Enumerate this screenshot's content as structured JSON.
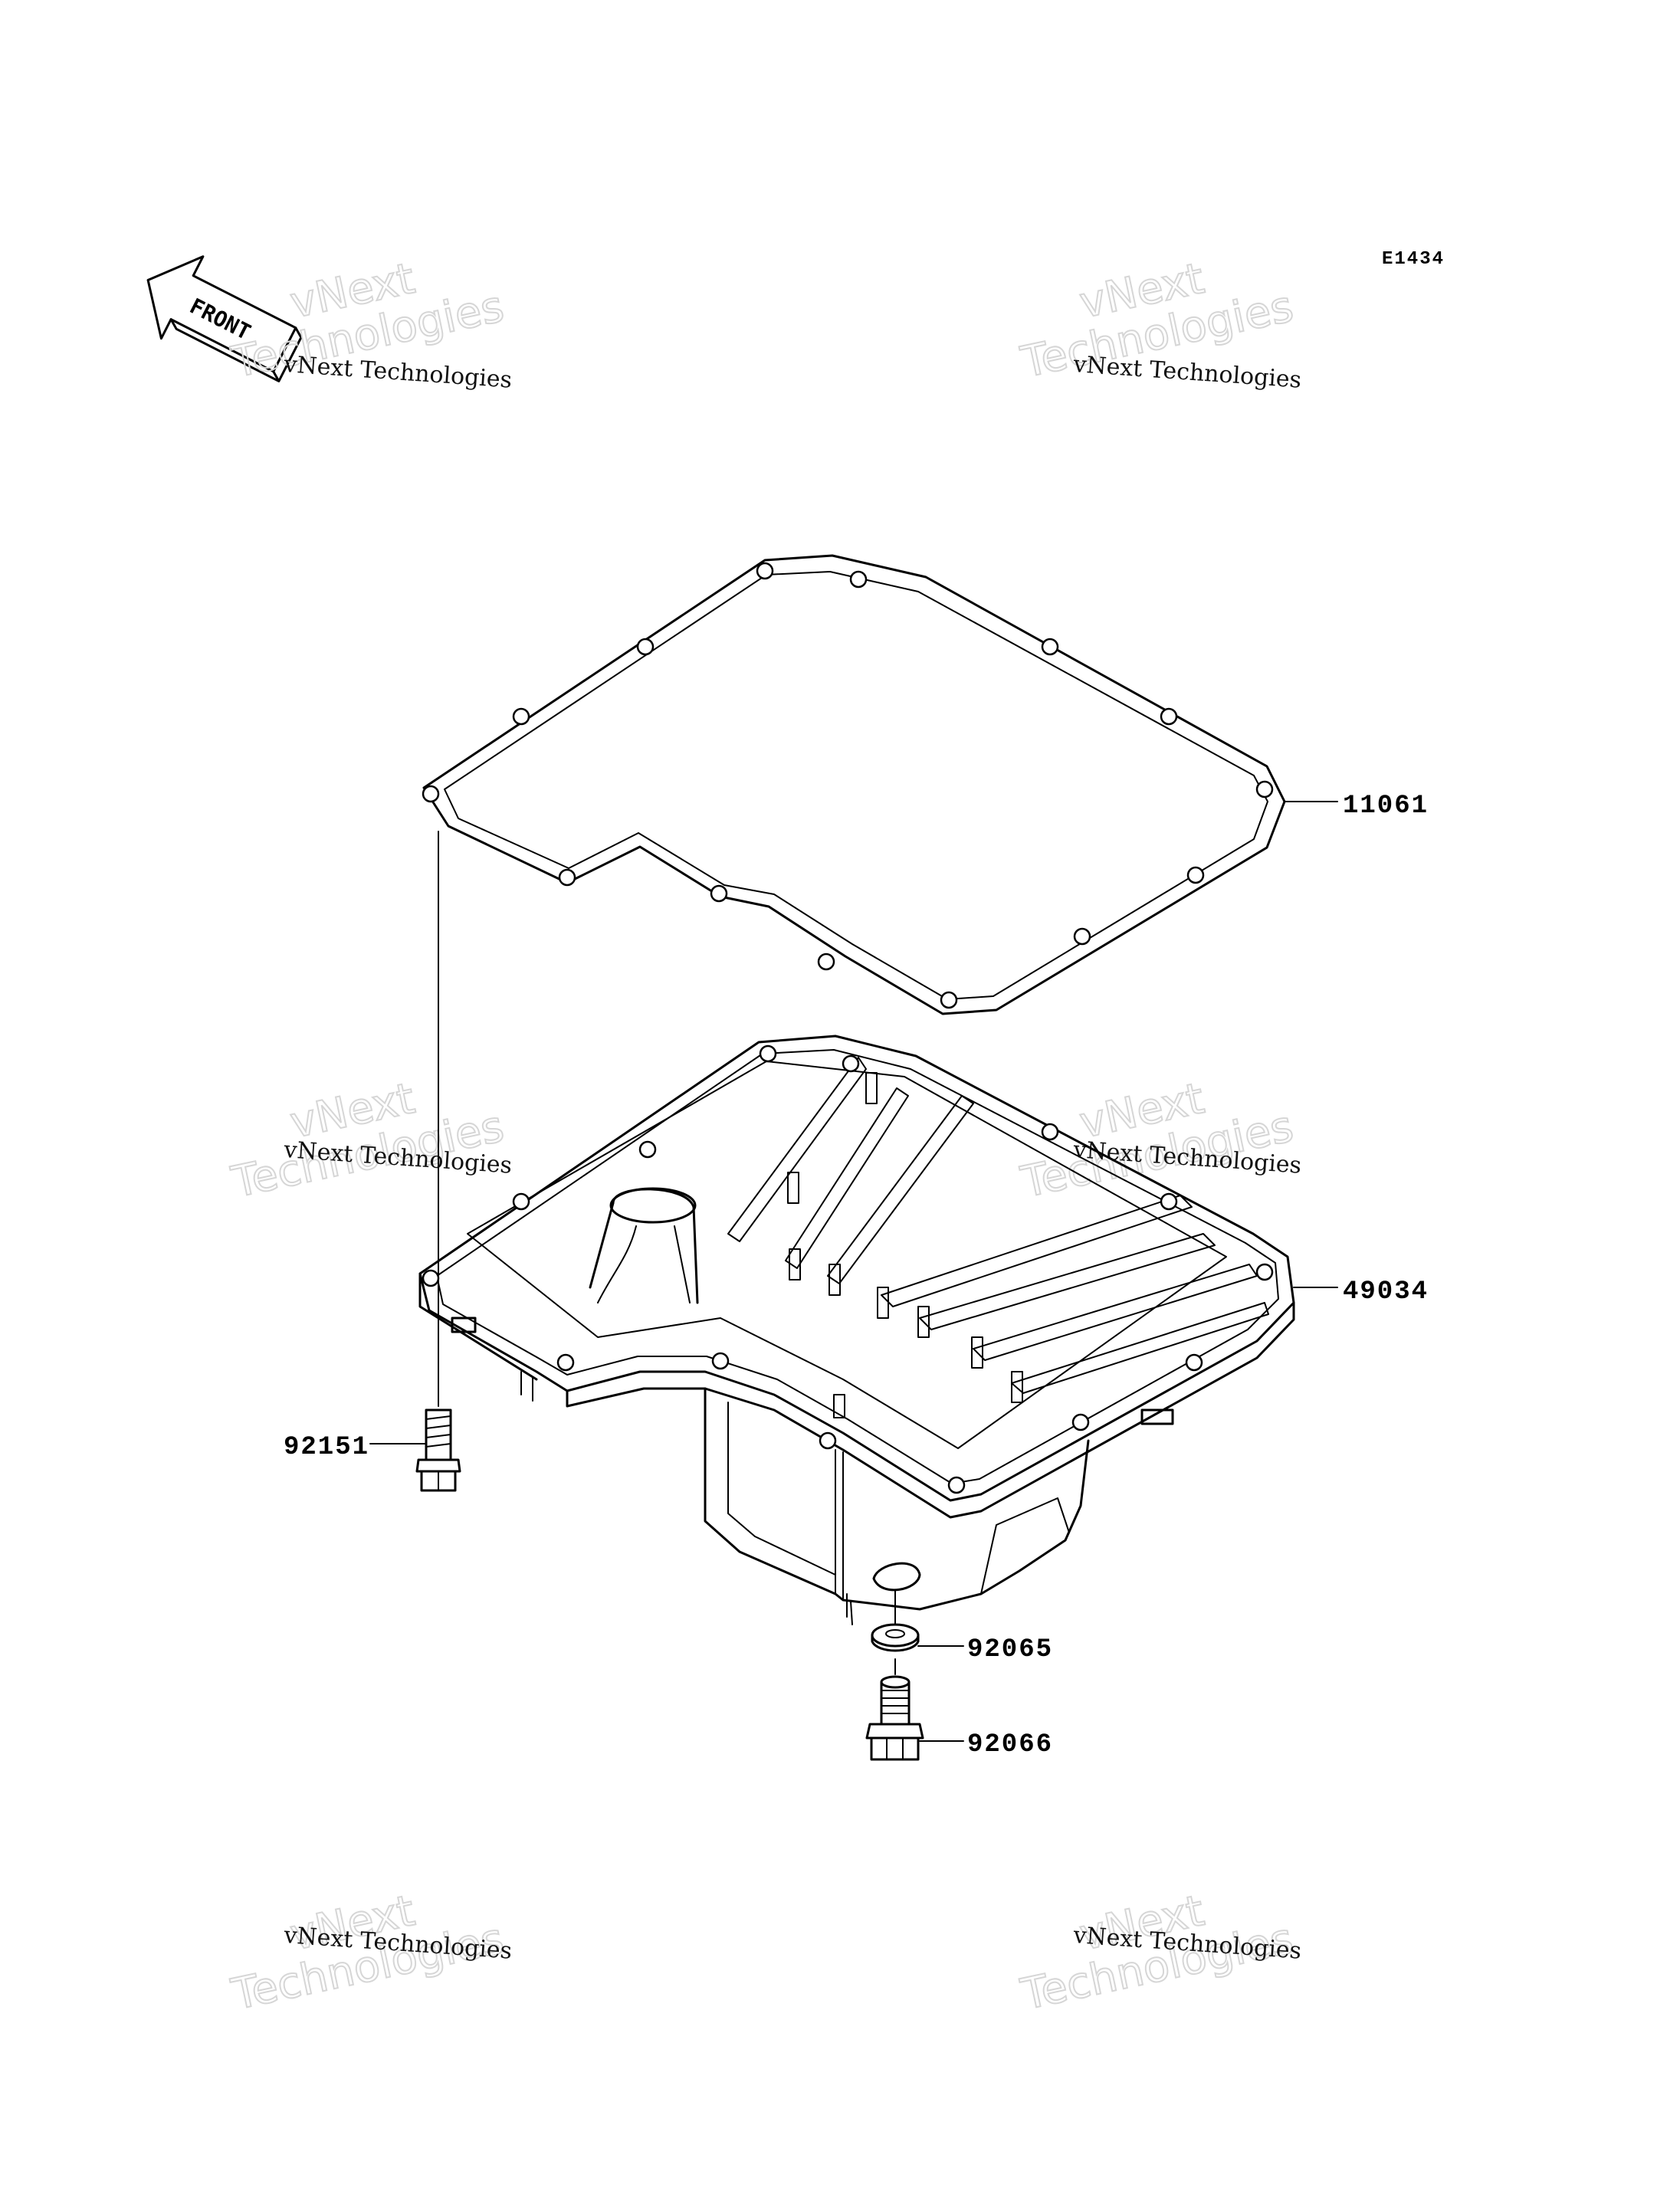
{
  "diagram": {
    "code": "E1434",
    "front_label": "FRONT",
    "watermark": {
      "line1": "vNext Technologies",
      "line2": "vNext",
      "line3": "Technologies"
    },
    "parts": [
      {
        "id": "gasket",
        "number": "11061"
      },
      {
        "id": "oil-pan",
        "number": "49034"
      },
      {
        "id": "bolt",
        "number": "92151"
      },
      {
        "id": "washer",
        "number": "92065"
      },
      {
        "id": "drain-plug",
        "number": "92066"
      }
    ]
  }
}
